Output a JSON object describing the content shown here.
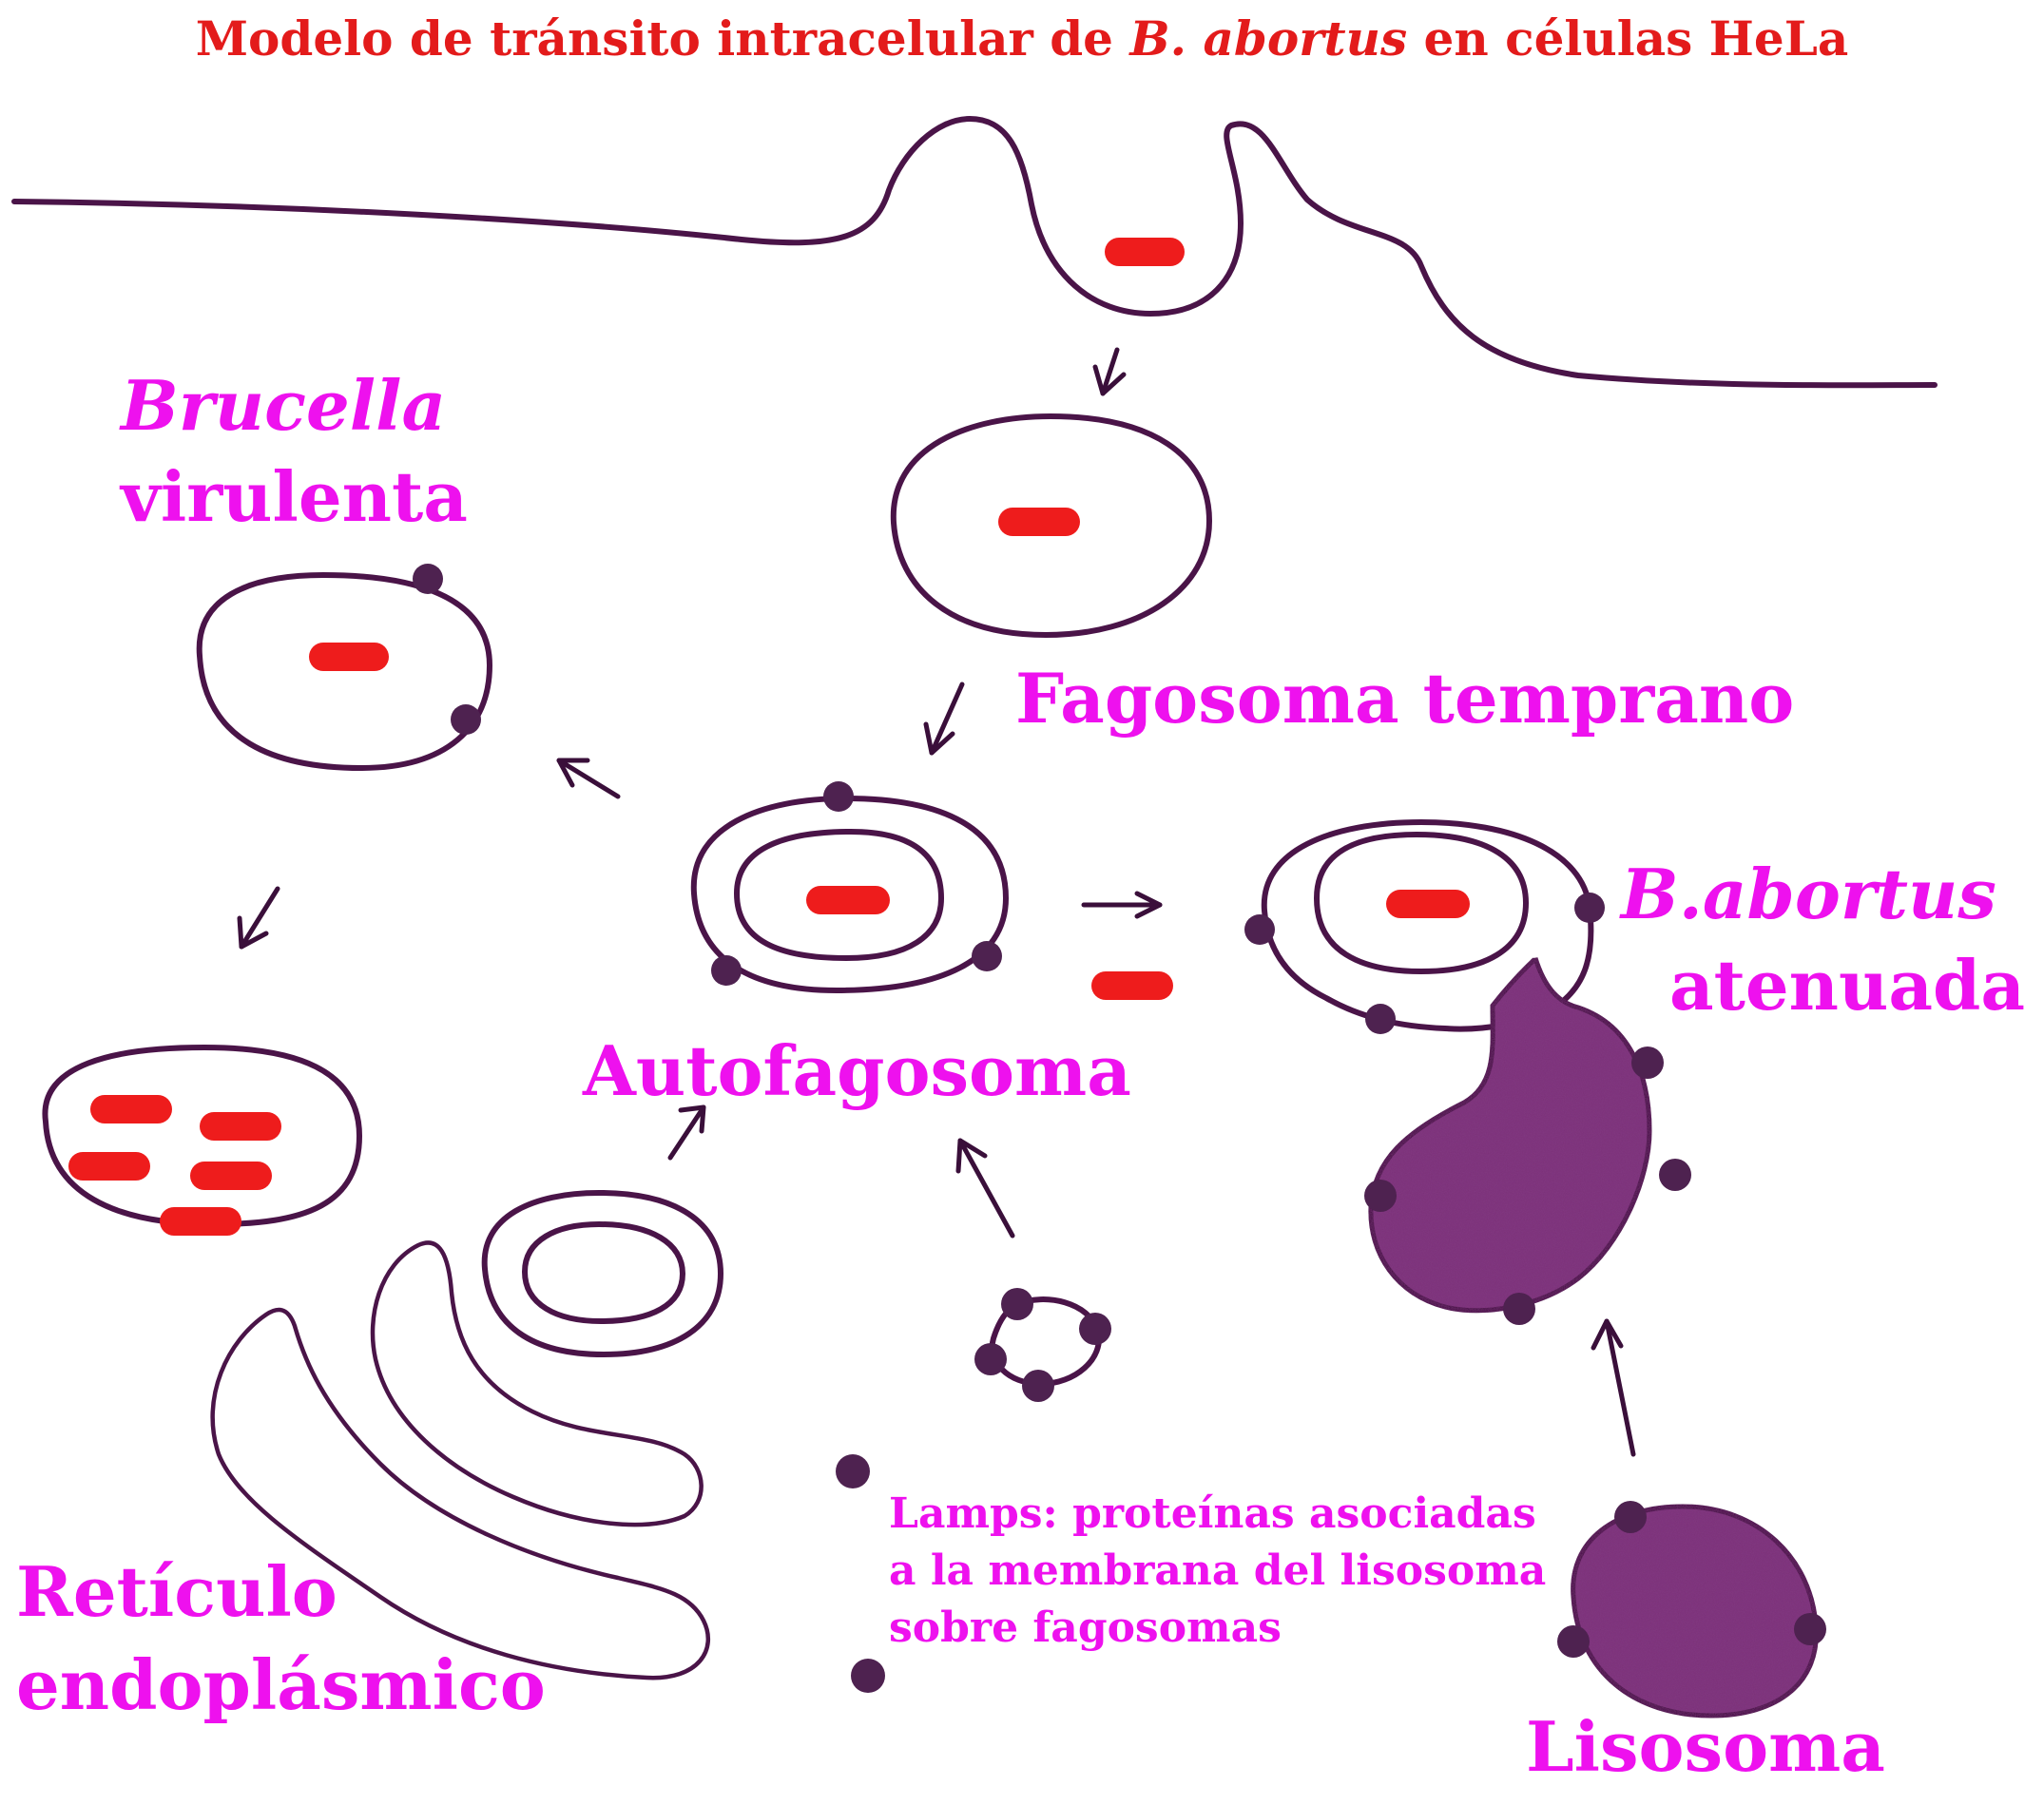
{
  "title": {
    "part1": "Modelo de tránsito intracelular de ",
    "italic": "B. abortus",
    "part2": " en células HeLa"
  },
  "labels": {
    "brucella_line1": "Brucella",
    "brucella_line2": "virulenta",
    "fagosoma": "Fagosoma temprano",
    "autofagosoma": "Autofagosoma",
    "babortus_line1": "B.abortus",
    "babortus_line2": "atenuada",
    "reticulo_line1": "Retículo",
    "reticulo_line2": "endoplásmico",
    "lamps_line1": "Lamps: proteínas asociadas",
    "lamps_line2": "a la membrana del lisosoma",
    "lamps_line3": "sobre fagosomas",
    "lisosoma": "Lisosoma"
  },
  "colors": {
    "title": "#e31b1b",
    "label": "#ee11ee",
    "membrane": "#4a1448",
    "bacteria": "#ee1c1c",
    "lamp": "#4e2250",
    "lysosome": "#7a3278"
  },
  "icons": [
    "arrow-icon",
    "lamp-dot-icon",
    "bacterium-icon"
  ]
}
